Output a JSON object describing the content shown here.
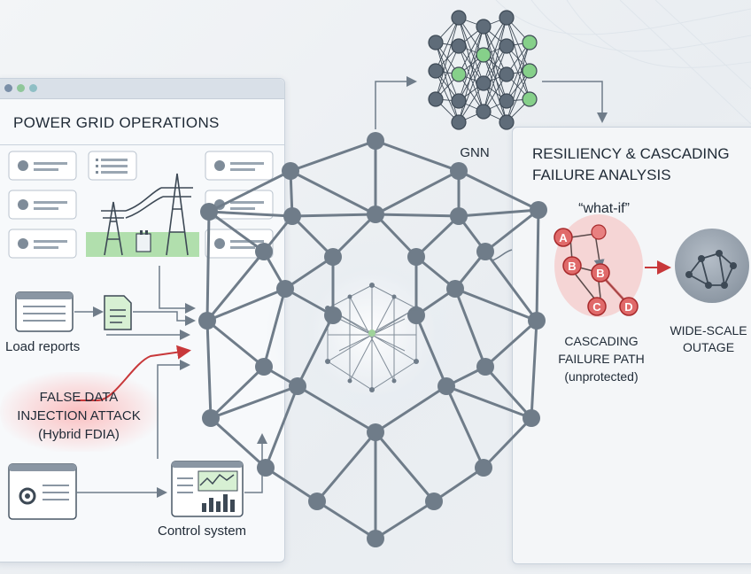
{
  "left_panel": {
    "title": "POWER GRID OPERATIONS",
    "load_reports_label": "Load reports",
    "attack_line1": "FALSE DATA",
    "attack_line2": "INJECTION ATTACK",
    "attack_line3": "(Hybrid FDIA)",
    "control_system_label": "Control system"
  },
  "center": {
    "gnn_label": "GNN"
  },
  "right_panel": {
    "title_line1": "RESILIENCY & CASCADING",
    "title_line2": "FAILURE ANALYSIS",
    "what_if_label": "“what-if”",
    "nodes": [
      "A",
      "B",
      "B",
      "C",
      "D"
    ],
    "cascading_line1": "CASCADING",
    "cascading_line2": "FAILURE PATH",
    "cascading_line3": "(unprotected)",
    "outage_line1": "WIDE-SCALE",
    "outage_line2": "OUTAGE"
  },
  "colors": {
    "accent_red": "#c8383a",
    "node_gray": "#8a96a3",
    "edge_gray": "#6f7c89",
    "green": "#8fd18a",
    "nn_green": "#86d08a"
  }
}
